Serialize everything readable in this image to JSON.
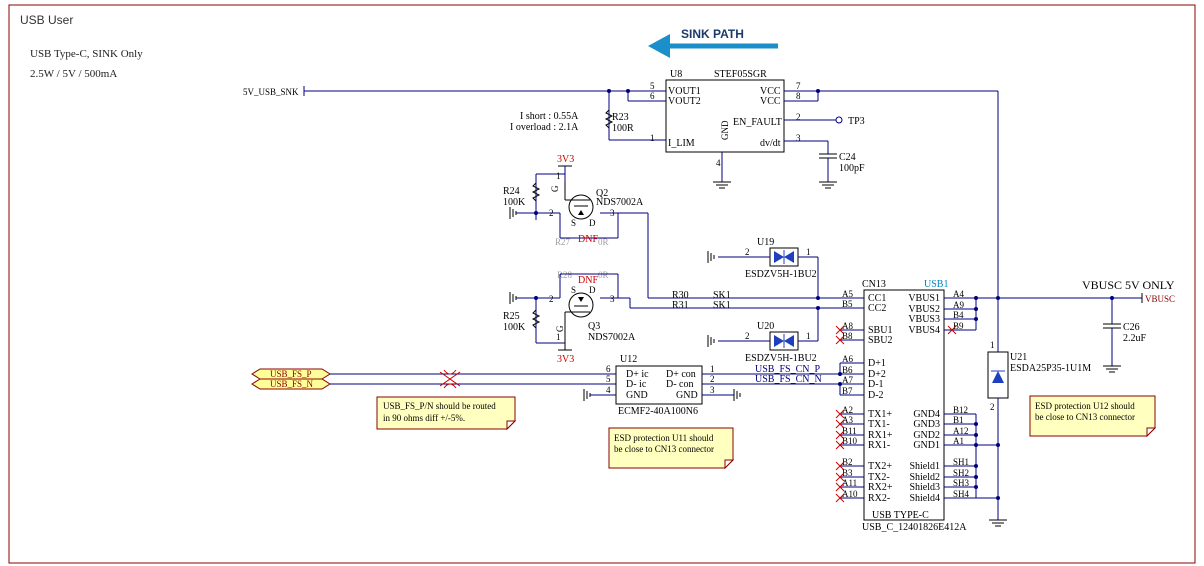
{
  "sheet": {
    "title": "USB User",
    "subtitle_1": "USB Type-C, SINK Only",
    "subtitle_2": "2.5W / 5V / 500mA",
    "sink_path": "SINK PATH",
    "vbusc_label": "VBUSC 5V ONLY",
    "arrow_color": "#1a8fc9",
    "frame_color": "#8b0000"
  },
  "nets": {
    "v5_usb_snk": "5V_USB_SNK",
    "vbusc": "VBUSC",
    "usb_fs_p": "USB_FS_P",
    "usb_fs_n": "USB_FS_N",
    "usb_fs_cn_p": "USB_FS_CN_P",
    "usb_fs_cn_n": "USB_FS_CN_N",
    "sk1_a": "SK1",
    "sk1_b": "SK1",
    "v3v3_top": "3V3",
    "v3v3_bot": "3V3",
    "tp3": "TP3"
  },
  "u8": {
    "ref": "U8",
    "part": "STEF05SGR",
    "pins": {
      "vout1": "VOUT1",
      "vout2": "VOUT2",
      "i_lim": "I_LIM",
      "vcc1": "VCC",
      "vcc2": "VCC",
      "en_fault": "EN_FAULT",
      "dvdt": "dv/dt",
      "gnd": "GND"
    },
    "pin_nums": {
      "p5": "5",
      "p6": "6",
      "p1": "1",
      "p7": "7",
      "p8": "8",
      "p2": "2",
      "p3": "3",
      "p4": "4"
    },
    "ishort": "I short : 0.55A",
    "ioverload": "I overload : 2.1A"
  },
  "r23": {
    "ref": "R23",
    "value": "100R"
  },
  "c24": {
    "ref": "C24",
    "value": "100pF"
  },
  "c26": {
    "ref": "C26",
    "value": "2.2uF"
  },
  "r24": {
    "ref": "R24",
    "value": "100K"
  },
  "r25": {
    "ref": "R25",
    "value": "100K"
  },
  "r27": {
    "ref": "R27",
    "value": "0R",
    "dnf": "DNF"
  },
  "r28": {
    "ref": "R28",
    "value": "0R",
    "dnf": "DNF"
  },
  "r30": {
    "ref": "R30"
  },
  "r31": {
    "ref": "R31"
  },
  "q2": {
    "ref": "Q2",
    "part": "NDS7002A",
    "g": "G",
    "s": "S",
    "d": "D",
    "p1": "1",
    "p2": "2",
    "p3": "3"
  },
  "q3": {
    "ref": "Q3",
    "part": "NDS7002A",
    "g": "G",
    "s": "S",
    "d": "D",
    "p1": "1",
    "p2": "2",
    "p3": "3"
  },
  "u19": {
    "ref": "U19",
    "part": "ESDZV5H-1BU2",
    "p1": "1",
    "p2": "2"
  },
  "u20": {
    "ref": "U20",
    "part": "ESDZV5H-1BU2",
    "p1": "1",
    "p2": "2"
  },
  "u21": {
    "ref": "U21",
    "part": "ESDA25P35-1U1M",
    "p1": "1",
    "p2": "2"
  },
  "u12": {
    "ref": "U12",
    "part": "ECMF2-40A100N6",
    "pins_left": [
      "D+ ic",
      "D- ic",
      "GND"
    ],
    "pins_right": [
      "D+ con",
      "D- con",
      "GND"
    ],
    "nums_left": [
      "6",
      "5",
      "4"
    ],
    "nums_right": [
      "1",
      "2",
      "3"
    ]
  },
  "cn13": {
    "ref": "CN13",
    "designator": "USB1",
    "type": "USB TYPE-C",
    "part": "USB_C_12401826E412A",
    "left_pins": [
      {
        "num": "A5",
        "name": "CC1"
      },
      {
        "num": "B5",
        "name": "CC2"
      },
      {
        "num": "A8",
        "name": "SBU1"
      },
      {
        "num": "B8",
        "name": "SBU2"
      },
      {
        "num": "A6",
        "name": "D+1"
      },
      {
        "num": "B6",
        "name": "D+2"
      },
      {
        "num": "A7",
        "name": "D-1"
      },
      {
        "num": "B7",
        "name": "D-2"
      },
      {
        "num": "A2",
        "name": "TX1+"
      },
      {
        "num": "A3",
        "name": "TX1-"
      },
      {
        "num": "B11",
        "name": "RX1+"
      },
      {
        "num": "B10",
        "name": "RX1-"
      },
      {
        "num": "B2",
        "name": "TX2+"
      },
      {
        "num": "B3",
        "name": "TX2-"
      },
      {
        "num": "A11",
        "name": "RX2+"
      },
      {
        "num": "A10",
        "name": "RX2-"
      }
    ],
    "right_pins": [
      {
        "num": "A4",
        "name": "VBUS1"
      },
      {
        "num": "A9",
        "name": "VBUS2"
      },
      {
        "num": "B4",
        "name": "VBUS3"
      },
      {
        "num": "B9",
        "name": "VBUS4"
      },
      {
        "num": "B12",
        "name": "GND4"
      },
      {
        "num": "B1",
        "name": "GND3"
      },
      {
        "num": "A12",
        "name": "GND2"
      },
      {
        "num": "A1",
        "name": "GND1"
      },
      {
        "num": "SH1",
        "name": "Shield1"
      },
      {
        "num": "SH2",
        "name": "Shield2"
      },
      {
        "num": "SH3",
        "name": "Shield3"
      },
      {
        "num": "SH4",
        "name": "Shield4"
      }
    ]
  },
  "notes": {
    "n1_line1": "USB_FS_P/N should be routed",
    "n1_line2": "in 90 ohms diff +/-5%.",
    "n2_line1": "ESD protection U11 should",
    "n2_line2": "be close to CN13 connector",
    "n3_line1": "ESD protection U12 should",
    "n3_line2": "be close to CN13 connector"
  }
}
